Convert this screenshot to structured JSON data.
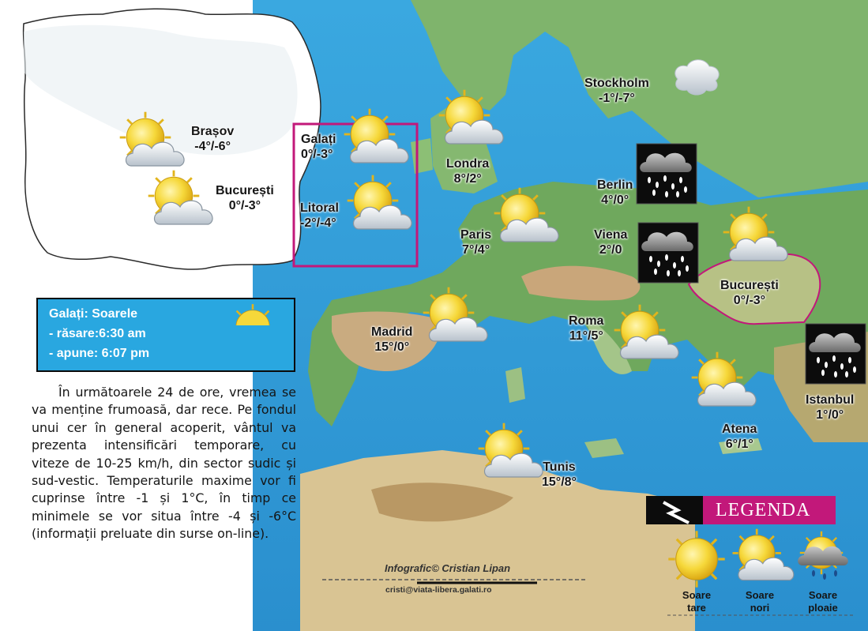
{
  "romania_map": {
    "cities": [
      {
        "id": "brasov",
        "name": "Brașov",
        "temp": "-4°/-6°",
        "icon": "sun-cloud-icon"
      },
      {
        "id": "bucuresti",
        "name": "București",
        "temp": "0°/-3°",
        "icon": "sun-cloud-icon"
      },
      {
        "id": "galati",
        "name": "Galați",
        "temp": "0°/-3°",
        "icon": "sun-cloud-icon"
      },
      {
        "id": "litoral",
        "name": "Litoral",
        "temp": "-2°/-4°",
        "icon": "sun-cloud-icon"
      }
    ]
  },
  "europe_map": {
    "cities": [
      {
        "id": "stockholm",
        "name": "Stockholm",
        "temp": "-1°/-7°",
        "icon": "snow-cloud-icon"
      },
      {
        "id": "londra",
        "name": "Londra",
        "temp": "8°/2°",
        "icon": "sun-cloud-icon"
      },
      {
        "id": "berlin",
        "name": "Berlin",
        "temp": "4°/0°",
        "icon": "rain-icon"
      },
      {
        "id": "paris",
        "name": "Paris",
        "temp": "7°/4°",
        "icon": "sun-cloud-icon"
      },
      {
        "id": "viena",
        "name": "Viena",
        "temp": "2°/0",
        "icon": "rain-icon"
      },
      {
        "id": "bucuresti_eu",
        "name": "București",
        "temp": "0°/-3°",
        "icon": "sun-cloud-icon"
      },
      {
        "id": "madrid",
        "name": "Madrid",
        "temp": "15°/0°",
        "icon": "sun-cloud-icon"
      },
      {
        "id": "roma",
        "name": "Roma",
        "temp": "11°/5°",
        "icon": "sun-cloud-icon"
      },
      {
        "id": "istanbul",
        "name": "Istanbul",
        "temp": "1°/0°",
        "icon": "rain-icon"
      },
      {
        "id": "atena",
        "name": "Atena",
        "temp": "6°/1°",
        "icon": "sun-cloud-icon"
      },
      {
        "id": "tunis",
        "name": "Tunis",
        "temp": "15°/8°",
        "icon": "sun-cloud-icon"
      }
    ]
  },
  "sun_box": {
    "title": "Galați: Soarele",
    "sunrise": "- răsare:6:30 am",
    "sunset": "- apune: 6:07 pm"
  },
  "forecast_text": "În următoarele 24 de ore, vremea se va menține frumoasă, dar rece. Pe fondul unui cer în general acoperit, vântul va prezenta intensificări temporare, cu viteze de 10-25 km/h, din sector sudic și sud-vestic. Temperaturile maxime vor fi cuprinse între -1 și 1°C, în timp ce minimele se vor situa între -4 și -6°C (informații preluate din surse on-line).",
  "legend": {
    "title": "LEGENDA",
    "items": [
      {
        "label_1": "Soare",
        "label_2": "tare",
        "icon": "sun-icon"
      },
      {
        "label_1": "Soare",
        "label_2": "nori",
        "icon": "sun-cloud-icon"
      },
      {
        "label_1": "Soare",
        "label_2": "ploaie",
        "icon": "sun-rain-icon"
      }
    ]
  },
  "credit": "Infografic© Cristian Lipan",
  "email": "cristi@viata-libera.galati.ro",
  "colors": {
    "sea": "#2f9fdc",
    "land_green": "#7bb26a",
    "highlight_magenta": "#c2187a",
    "info_box_blue": "#29a7e0",
    "sun_yellow": "#f6d83a"
  }
}
